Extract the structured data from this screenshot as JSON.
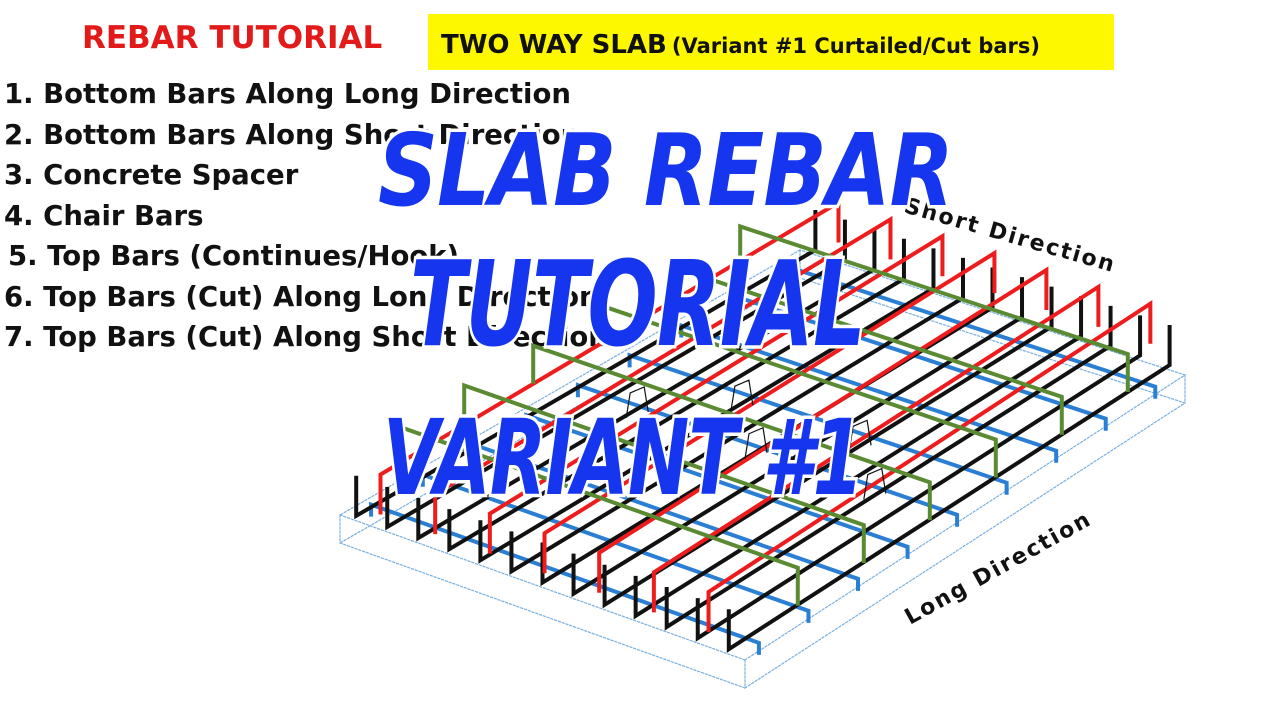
{
  "header": {
    "title": "REBAR TUTORIAL",
    "banner_main": "TWO WAY SLAB",
    "banner_sub": "(Variant #1 Curtailed/Cut bars)"
  },
  "steps": [
    "1. Bottom Bars Along Long Direction",
    "2. Bottom Bars Along Short Direction",
    "3. Concrete Spacer",
    "4. Chair Bars",
    "5. Top Bars (Continues/Hook)",
    "6. Top Bars (Cut) Along Long Direction",
    "7. Top Bars (Cut) Along Short Direction"
  ],
  "overlay_title": {
    "line1": "SLAB REBAR",
    "line2": "TUTORIAL",
    "line3": "VARIANT #1"
  },
  "diagram": {
    "short_direction_label": "Short Direction",
    "long_direction_label": "Long Direction",
    "colors": {
      "bottom_bars_long": "#2a7fd4",
      "bottom_bars_short": "#111111",
      "top_bars_red": "#ee1c1c",
      "top_bars_green": "#5a8a32",
      "slab_outline": "#7ab0e0"
    }
  }
}
